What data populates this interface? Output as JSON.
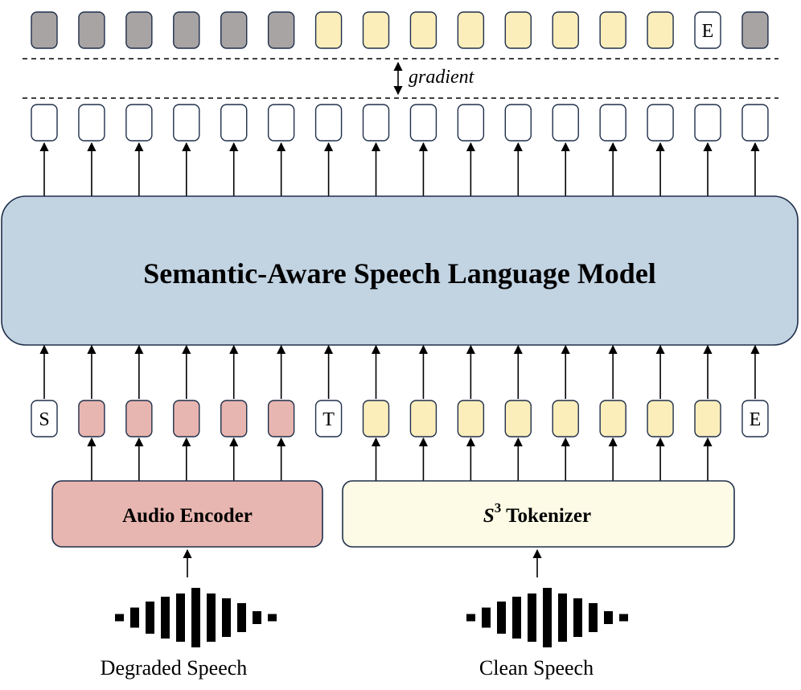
{
  "top_row_tokens": [
    "gray",
    "gray",
    "gray",
    "gray",
    "gray",
    "gray",
    "yellow",
    "yellow",
    "yellow",
    "yellow",
    "yellow",
    "yellow",
    "yellow",
    "yellow",
    "white",
    "gray"
  ],
  "top_row_labels": [
    "",
    "",
    "",
    "",
    "",
    "",
    "",
    "",
    "",
    "",
    "",
    "",
    "",
    "",
    "E",
    ""
  ],
  "gradient_label": "gradient",
  "output_row_tokens": [
    "white",
    "white",
    "white",
    "white",
    "white",
    "white",
    "white",
    "white",
    "white",
    "white",
    "white",
    "white",
    "white",
    "white",
    "white",
    "white"
  ],
  "model_title": "Semantic-Aware Speech Language Model",
  "input_row_tokens": [
    "white",
    "pink",
    "pink",
    "pink",
    "pink",
    "pink",
    "white",
    "yellow",
    "yellow",
    "yellow",
    "yellow",
    "yellow",
    "yellow",
    "yellow",
    "yellow",
    "white"
  ],
  "input_row_labels": [
    "S",
    "",
    "",
    "",
    "",
    "",
    "T",
    "",
    "",
    "",
    "",
    "",
    "",
    "",
    "",
    "E"
  ],
  "audio_encoder": {
    "title": "Audio Encoder"
  },
  "tokenizer": {
    "symbol": "S",
    "superscript": "3",
    "title": " Tokenizer"
  },
  "degraded_caption": "Degraded Speech",
  "clean_caption": "Clean Speech",
  "colors": {
    "gray": "#a8a4a4",
    "yellow": "#fbeebb",
    "pink": "#e8b6b0",
    "model_fill": "#c2d3e2",
    "encoder_fill": "#e8b6b0",
    "tokenizer_fill": "#fdfbe6"
  }
}
